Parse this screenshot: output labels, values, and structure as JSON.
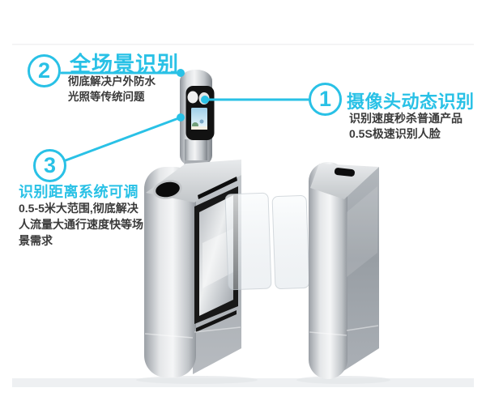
{
  "colors": {
    "accent": "#29c1e6",
    "text": "#3a3a3a",
    "floor": "#eef0f2"
  },
  "callouts": [
    {
      "number": "1",
      "title": "摄像头动态识别",
      "desc_lines": [
        "识别速度秒杀普通产品",
        "0.5S极速识别人脸"
      ]
    },
    {
      "number": "2",
      "title": "全场景识别",
      "desc_lines": [
        "彻底解决户外防水",
        "光照等传统问题"
      ]
    },
    {
      "number": "3",
      "title": "识别距离系统可调",
      "desc_lines": [
        "0.5-5米大范围,彻底解决",
        "人流量大通行速度快等场",
        "景需求"
      ]
    }
  ]
}
